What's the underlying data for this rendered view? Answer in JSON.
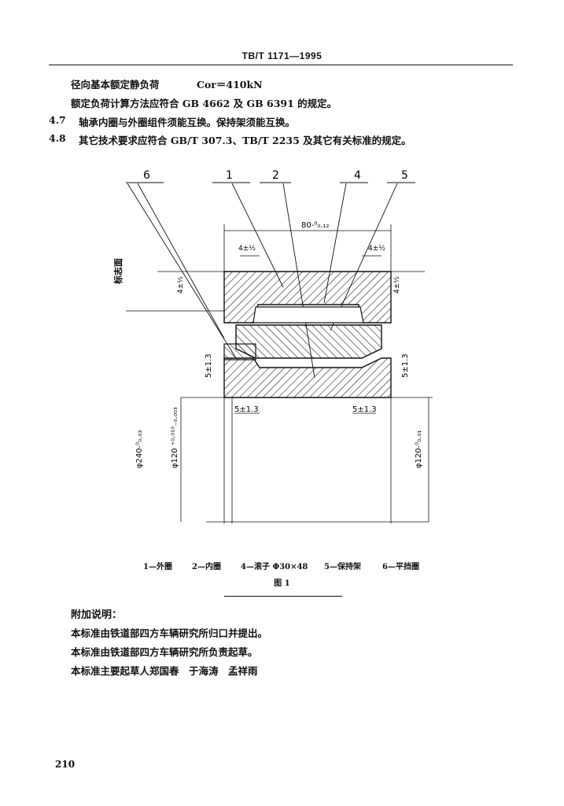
{
  "header": {
    "standard_no": "TB/T 1171—1995"
  },
  "spec": {
    "static_load_label": "径向基本额定静负荷",
    "static_load_value": "Cor＝410kN",
    "calc_method": "额定负荷计算方法应符合 GB 4662 及 GB 6391 的规定。",
    "items": [
      {
        "num": "4.7",
        "text": "轴承内圈与外圈组件须能互换。保持架须能互换。"
      },
      {
        "num": "4.8",
        "text": "其它技术要求应符合 GB/T 307.3、TB/T 2235 及其它有关标准的规定。"
      }
    ]
  },
  "figure": {
    "callouts": [
      "6",
      "1",
      "2",
      "4",
      "5"
    ],
    "dims": {
      "width_top": "80-⁰₀.₁₂",
      "tol_left": "4±½",
      "tol_right": "4±½",
      "side_left": "4±½",
      "side_right": "4±½",
      "h_left": "5±1.3",
      "h_right": "5±1.3",
      "b_left": "5±1.3",
      "b_right": "5±1.3",
      "dia_outer": "φ240-⁰₀.₀₃",
      "dia_bore": "φ120 ⁺⁰·⁰¹⁰₋₀.₀₀₃",
      "dia_right": "φ120-⁰₀.₀₁",
      "marker": "标志面"
    },
    "legend": [
      "1—外圈",
      "2—内圈",
      "4—滚子 Φ30×48",
      "5—保持架",
      "6—平挡圈"
    ],
    "title": "图 1"
  },
  "notes": {
    "title": "附加说明：",
    "lines": [
      "本标准由铁道部四方车辆研究所归口并提出。",
      "本标准由铁道部四方车辆研究所负责起草。",
      "本标准主要起草人郑国春　于海涛　孟祥雨"
    ]
  },
  "page_number": "210"
}
